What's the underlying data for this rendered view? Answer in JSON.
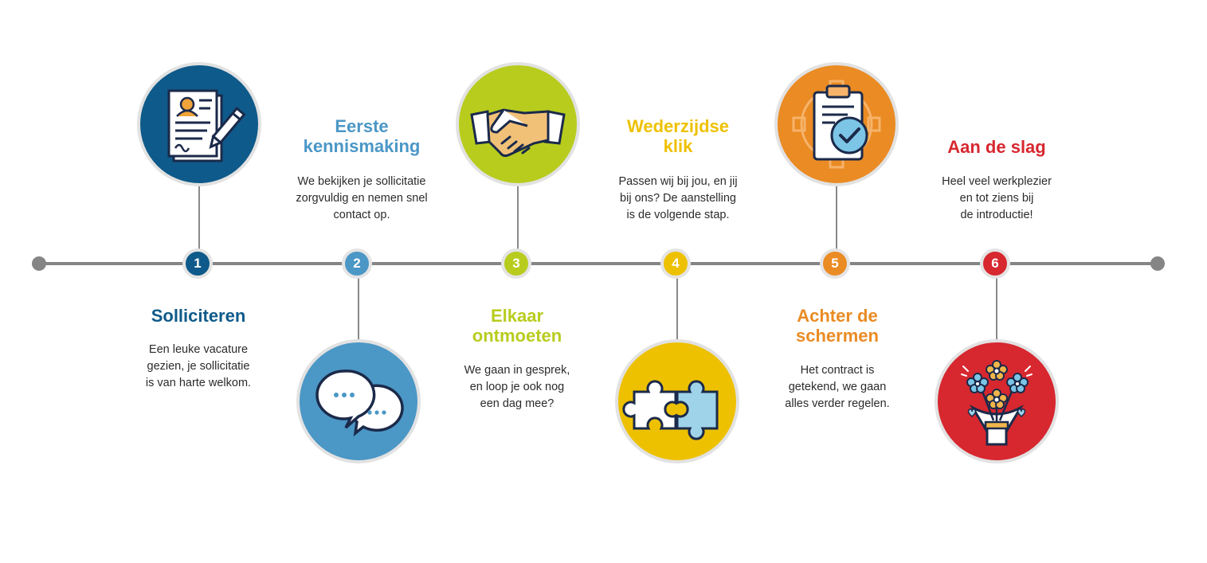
{
  "colors": {
    "line": "#858585",
    "step1": "#0e5a8a",
    "step2": "#4b97c6",
    "step3": "#b8cc1e",
    "step4": "#eec100",
    "step5": "#ea8b24",
    "step6": "#d7272f"
  },
  "steps": [
    {
      "number": "1",
      "title": "Solliciteren",
      "description": "Een leuke vacature\ngezien, je sollicitatie\nis van harte welkom.",
      "icon": "application-form-icon"
    },
    {
      "number": "2",
      "title": "Eerste\nkennismaking",
      "description": "We bekijken je sollicitatie\nzorgvuldig en nemen snel\ncontact op.",
      "icon": "chat-bubbles-icon"
    },
    {
      "number": "3",
      "title": "Elkaar\nontmoeten",
      "description": "We gaan in gesprek,\nen loop je ook nog\neen dag mee?",
      "icon": "handshake-icon"
    },
    {
      "number": "4",
      "title": "Wederzijdse\nklik",
      "description": "Passen wij bij jou, en jij\nbij ons? De aanstelling\nis de volgende stap.",
      "icon": "puzzle-icon"
    },
    {
      "number": "5",
      "title": "Achter de\nschermen",
      "description": "Het contract is\ngetekend, we gaan\nalles verder regelen.",
      "icon": "clipboard-check-icon"
    },
    {
      "number": "6",
      "title": "Aan de slag",
      "description": "Heel veel werkplezier\nen tot ziens bij\nde introductie!",
      "icon": "flower-bouquet-icon"
    }
  ]
}
